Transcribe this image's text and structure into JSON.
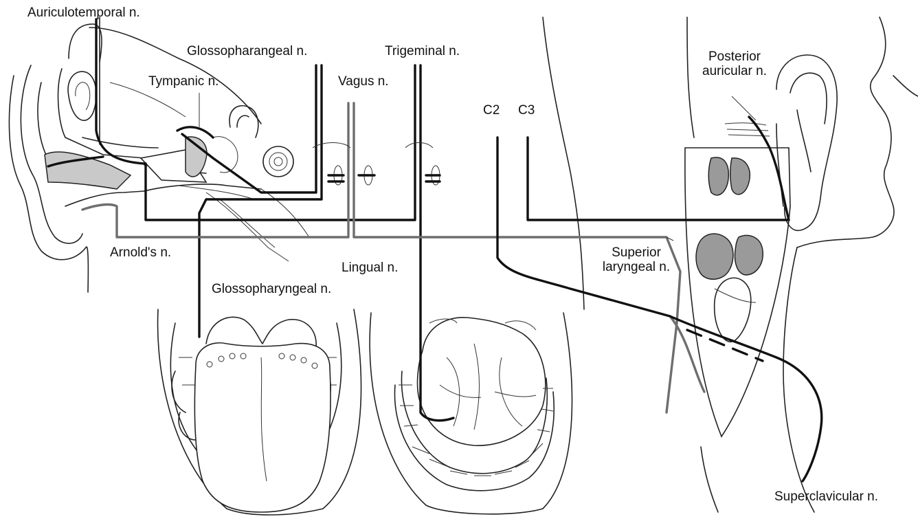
{
  "labels": {
    "auriculotemporal": "Auriculotemporal n.",
    "glossopharangeal": "Glossopharangeal n.",
    "trigeminal": "Trigeminal n.",
    "tympanic": "Tympanic n.",
    "vagus": "Vagus n.",
    "c2": "C2",
    "c3": "C3",
    "posterior_auricular": "Posterior auricular n.",
    "arnolds": "Arnold's n.",
    "lingual": "Lingual n.",
    "superior_laryngeal": "Superior laryngeal n.",
    "glossopharyngeal": "Glossopharyngeal n.",
    "superclavicular": "Superclavicular n."
  },
  "colors": {
    "nerve_main": "#111111",
    "nerve_vagus": "#6e6e6e",
    "shade": "#9a9a9a"
  }
}
